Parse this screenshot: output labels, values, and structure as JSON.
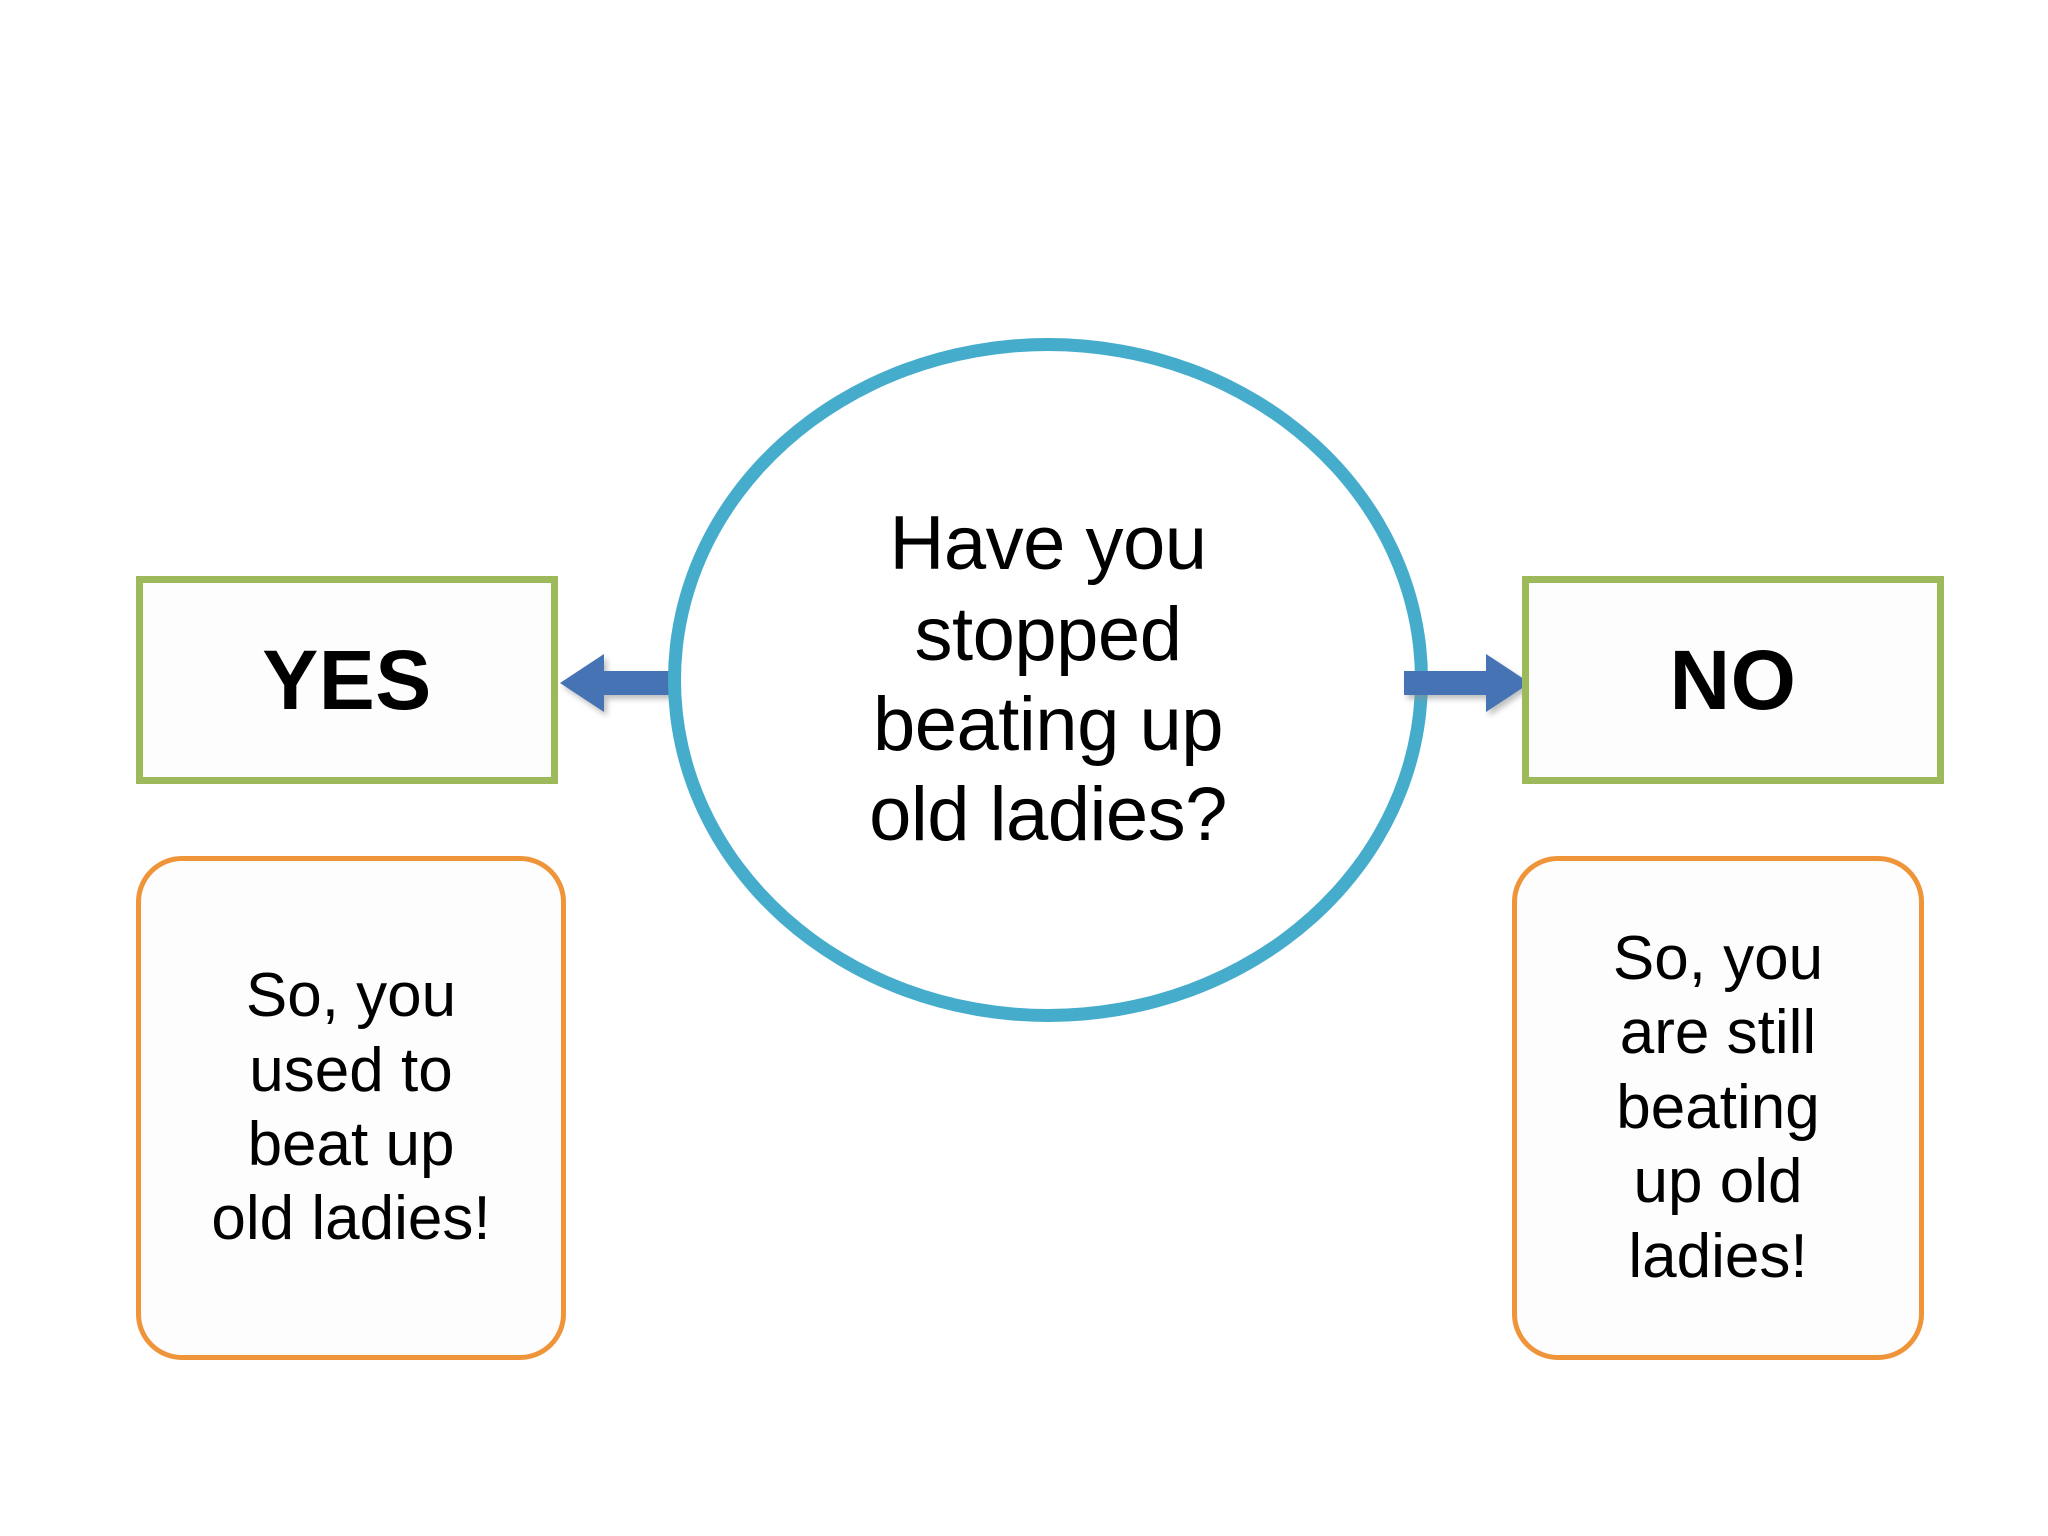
{
  "slide": {
    "background_color": "#ffffff",
    "accent_colors": {
      "ellipse_outline": "#46accb",
      "answer_box_outline": "#9cba59",
      "consequence_box_outline": "#f0943a",
      "arrow": "#4573b4",
      "text": "#000000"
    }
  },
  "question": {
    "text": "Have you\nstopped\nbeating up\nold ladies?",
    "shape": "ellipse"
  },
  "branches": [
    {
      "id": "yes",
      "answer_label": "YES",
      "arrow_direction": "left",
      "arrow_icon": "arrow-left-icon",
      "consequence_text": "So, you\nused to\nbeat up\nold ladies!"
    },
    {
      "id": "no",
      "answer_label": "NO",
      "arrow_direction": "right",
      "arrow_icon": "arrow-right-icon",
      "consequence_text": "So, you\nare still\nbeating\nup old\nladies!"
    }
  ]
}
